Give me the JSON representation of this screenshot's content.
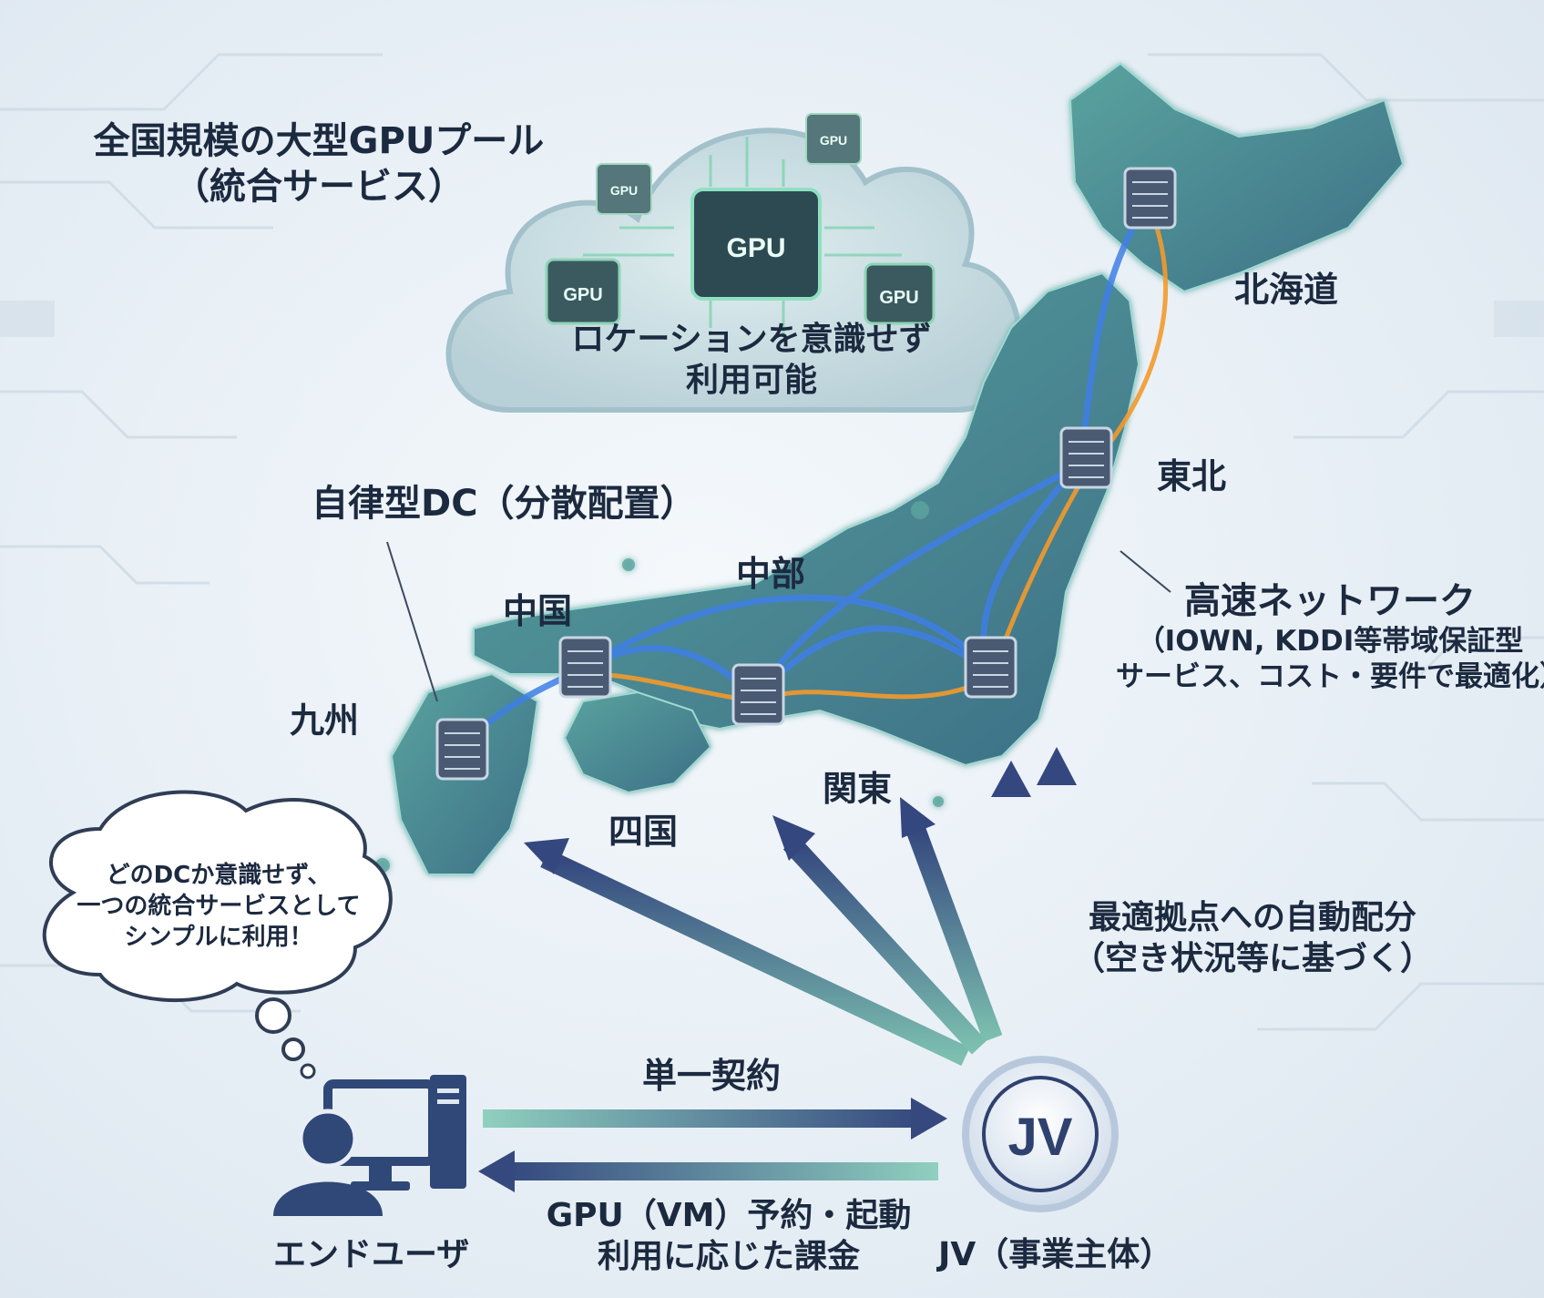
{
  "title": {
    "line1": "全国規模の大型GPUプール",
    "line2": "（統合サービス）"
  },
  "cloud": {
    "chip_label": "GPU",
    "text_line1": "ロケーションを意識せず",
    "text_line2": "利用可能"
  },
  "regions": {
    "hokkaido": "北海道",
    "tohoku": "東北",
    "chubu": "中部",
    "chugoku": "中国",
    "kyushu": "九州",
    "shikoku": "四国",
    "kanto": "関東"
  },
  "dc_label": "自律型DC（分散配置）",
  "network": {
    "line1": "高速ネットワーク",
    "line2": "（IOWN, KDDI等帯域保証型",
    "line3": "サービス、コスト・要件で最適化）"
  },
  "distribution": {
    "line1": "最適拠点への自動配分",
    "line2": "（空き状況等に基づく）"
  },
  "bubble": {
    "line1": "どのDCか意識せず、",
    "line2": "一つの統合サービスとして",
    "line3": "シンプルに利用！"
  },
  "contract_label": "単一契約",
  "service": {
    "line1": "GPU（VM）予約・起動",
    "line2": "利用に応じた課金"
  },
  "jv": {
    "badge": "JV",
    "caption": "JV（事業主体）"
  },
  "end_user_label": "エンドユーザ",
  "colors": {
    "navy": "#3a4f86",
    "teal": "#5ea79a",
    "orange": "#f39a2c",
    "network_blue": "#3f7fe6",
    "land": "#4f8f98"
  }
}
